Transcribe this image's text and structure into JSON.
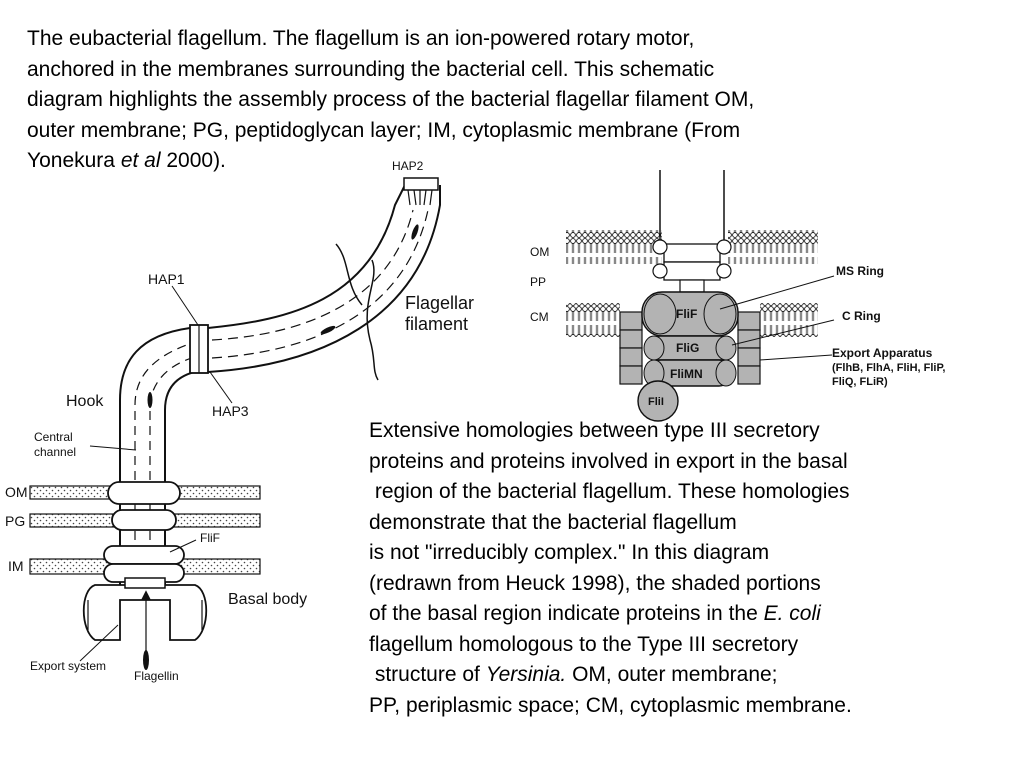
{
  "caption_top": {
    "lines": [
      "The eubacterial flagellum. The flagellum is an ion-powered rotary motor,",
      "anchored in the membranes surrounding the bacterial cell. This schematic",
      "diagram highlights the assembly process of the bacterial flagellar filament OM,",
      "outer membrane; PG, peptidoglycan layer; IM, cytoplasmic membrane (From"
    ],
    "last_line_start": "Yonekura ",
    "last_line_italic": "et al",
    "last_line_end": " 2000)."
  },
  "caption_right": {
    "line1": "Extensive homologies between type III secretory",
    "line2": "proteins and proteins involved in export in the basal",
    "line3": " region of the bacterial flagellum. These homologies",
    "line4": "demonstrate that the bacterial flagellum",
    "line5": "is not \"irreducibly complex.\" In this diagram",
    "line6": "(redrawn from Heuck 1998), the shaded portions",
    "line7_start": "of the basal region indicate proteins in the ",
    "line7_italic": "E. coli",
    "line8": "flagellum homologous to the Type III secretory",
    "line9_start": " structure of ",
    "line9_italic": "Yersinia.",
    "line9_end": " OM, outer membrane;",
    "line10": "PP, periplasmic space; CM, cytoplasmic membrane."
  },
  "left_diagram": {
    "hap2": "HAP2",
    "hap1": "HAP1",
    "hap3": "HAP3",
    "flagellar_filament_1": "Flagellar",
    "flagellar_filament_2": "filament",
    "hook": "Hook",
    "central_channel_1": "Central",
    "central_channel_2": "channel",
    "om": "OM",
    "pg": "PG",
    "im": "IM",
    "flif": "FliF",
    "basal_body": "Basal body",
    "export_system": "Export system",
    "flagellin": "Flagellin"
  },
  "right_diagram": {
    "om": "OM",
    "pp": "PP",
    "cm": "CM",
    "ms_ring": "MS Ring",
    "c_ring": "C Ring",
    "export_apparatus": "Export Apparatus",
    "export_genes_1": "(FlhB, FlhA, FliH, FliP,",
    "export_genes_2": "FliQ, FLiR)",
    "flif": "FliF",
    "flig": "FliG",
    "flimn": "FliMN",
    "flii": "FliI"
  },
  "colors": {
    "shaded_protein": "#b3b3b3",
    "line": "#111111",
    "membrane_fill": "#ffffff"
  }
}
